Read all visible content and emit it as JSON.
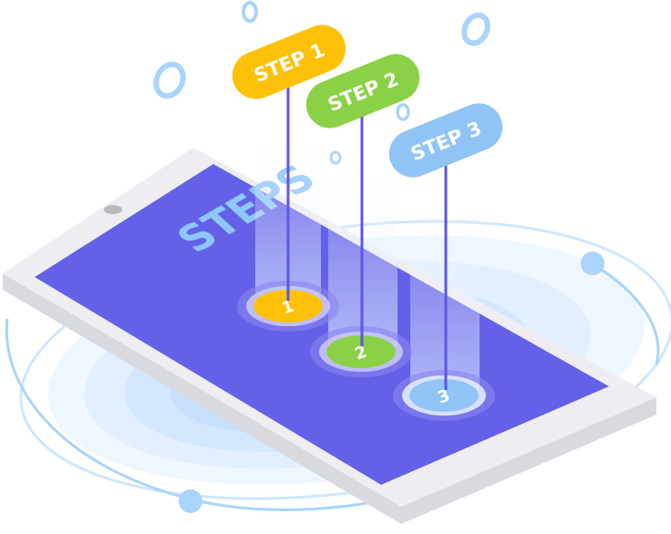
{
  "screen_title": "STEPS",
  "steps": [
    {
      "label": "STEP 1",
      "number": "1",
      "color": "#FFC107"
    },
    {
      "label": "STEP 2",
      "number": "2",
      "color": "#8BD145"
    },
    {
      "label": "STEP 3",
      "number": "3",
      "color": "#90C4F7"
    }
  ],
  "colors": {
    "screen": "#6461E8",
    "phone_body": "#EEEEF2",
    "phone_edge": "#D9DAE0",
    "ring": "#BFDDFB",
    "dot": "#A9D4FB",
    "title_text": "#8EC6FF",
    "pole": "#5F55E6"
  },
  "icons": [
    "phone-camera-icon",
    "decorative-ring-icon",
    "orbit-dot-icon"
  ]
}
